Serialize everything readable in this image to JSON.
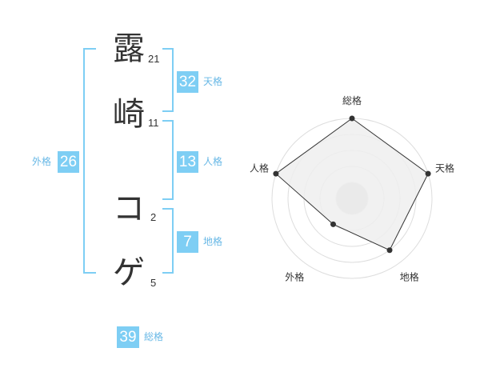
{
  "name": {
    "characters": [
      {
        "char": "露",
        "strokes": "21"
      },
      {
        "char": "崎",
        "strokes": "11"
      },
      {
        "char": "コ",
        "strokes": "2"
      },
      {
        "char": "ゲ",
        "strokes": "5"
      }
    ]
  },
  "fortune": {
    "tenkaku": {
      "value": "32",
      "label": "天格"
    },
    "jinkaku": {
      "value": "13",
      "label": "人格"
    },
    "chikaku": {
      "value": "7",
      "label": "地格"
    },
    "gaikaku": {
      "value": "26",
      "label": "外格"
    },
    "soukaku": {
      "value": "39",
      "label": "総格"
    }
  },
  "colors": {
    "accent": "#7ecef4",
    "label_text": "#68b8e6",
    "text": "#333333",
    "radar_fill": "#efefef",
    "radar_line": "#333333",
    "ring": "#dddddd"
  },
  "chart_data": {
    "type": "radar",
    "axes": [
      "総格",
      "天格",
      "地格",
      "外格",
      "人格"
    ],
    "values": [
      5,
      5,
      4,
      2,
      5
    ],
    "range": [
      0,
      5
    ],
    "rings": 5
  }
}
